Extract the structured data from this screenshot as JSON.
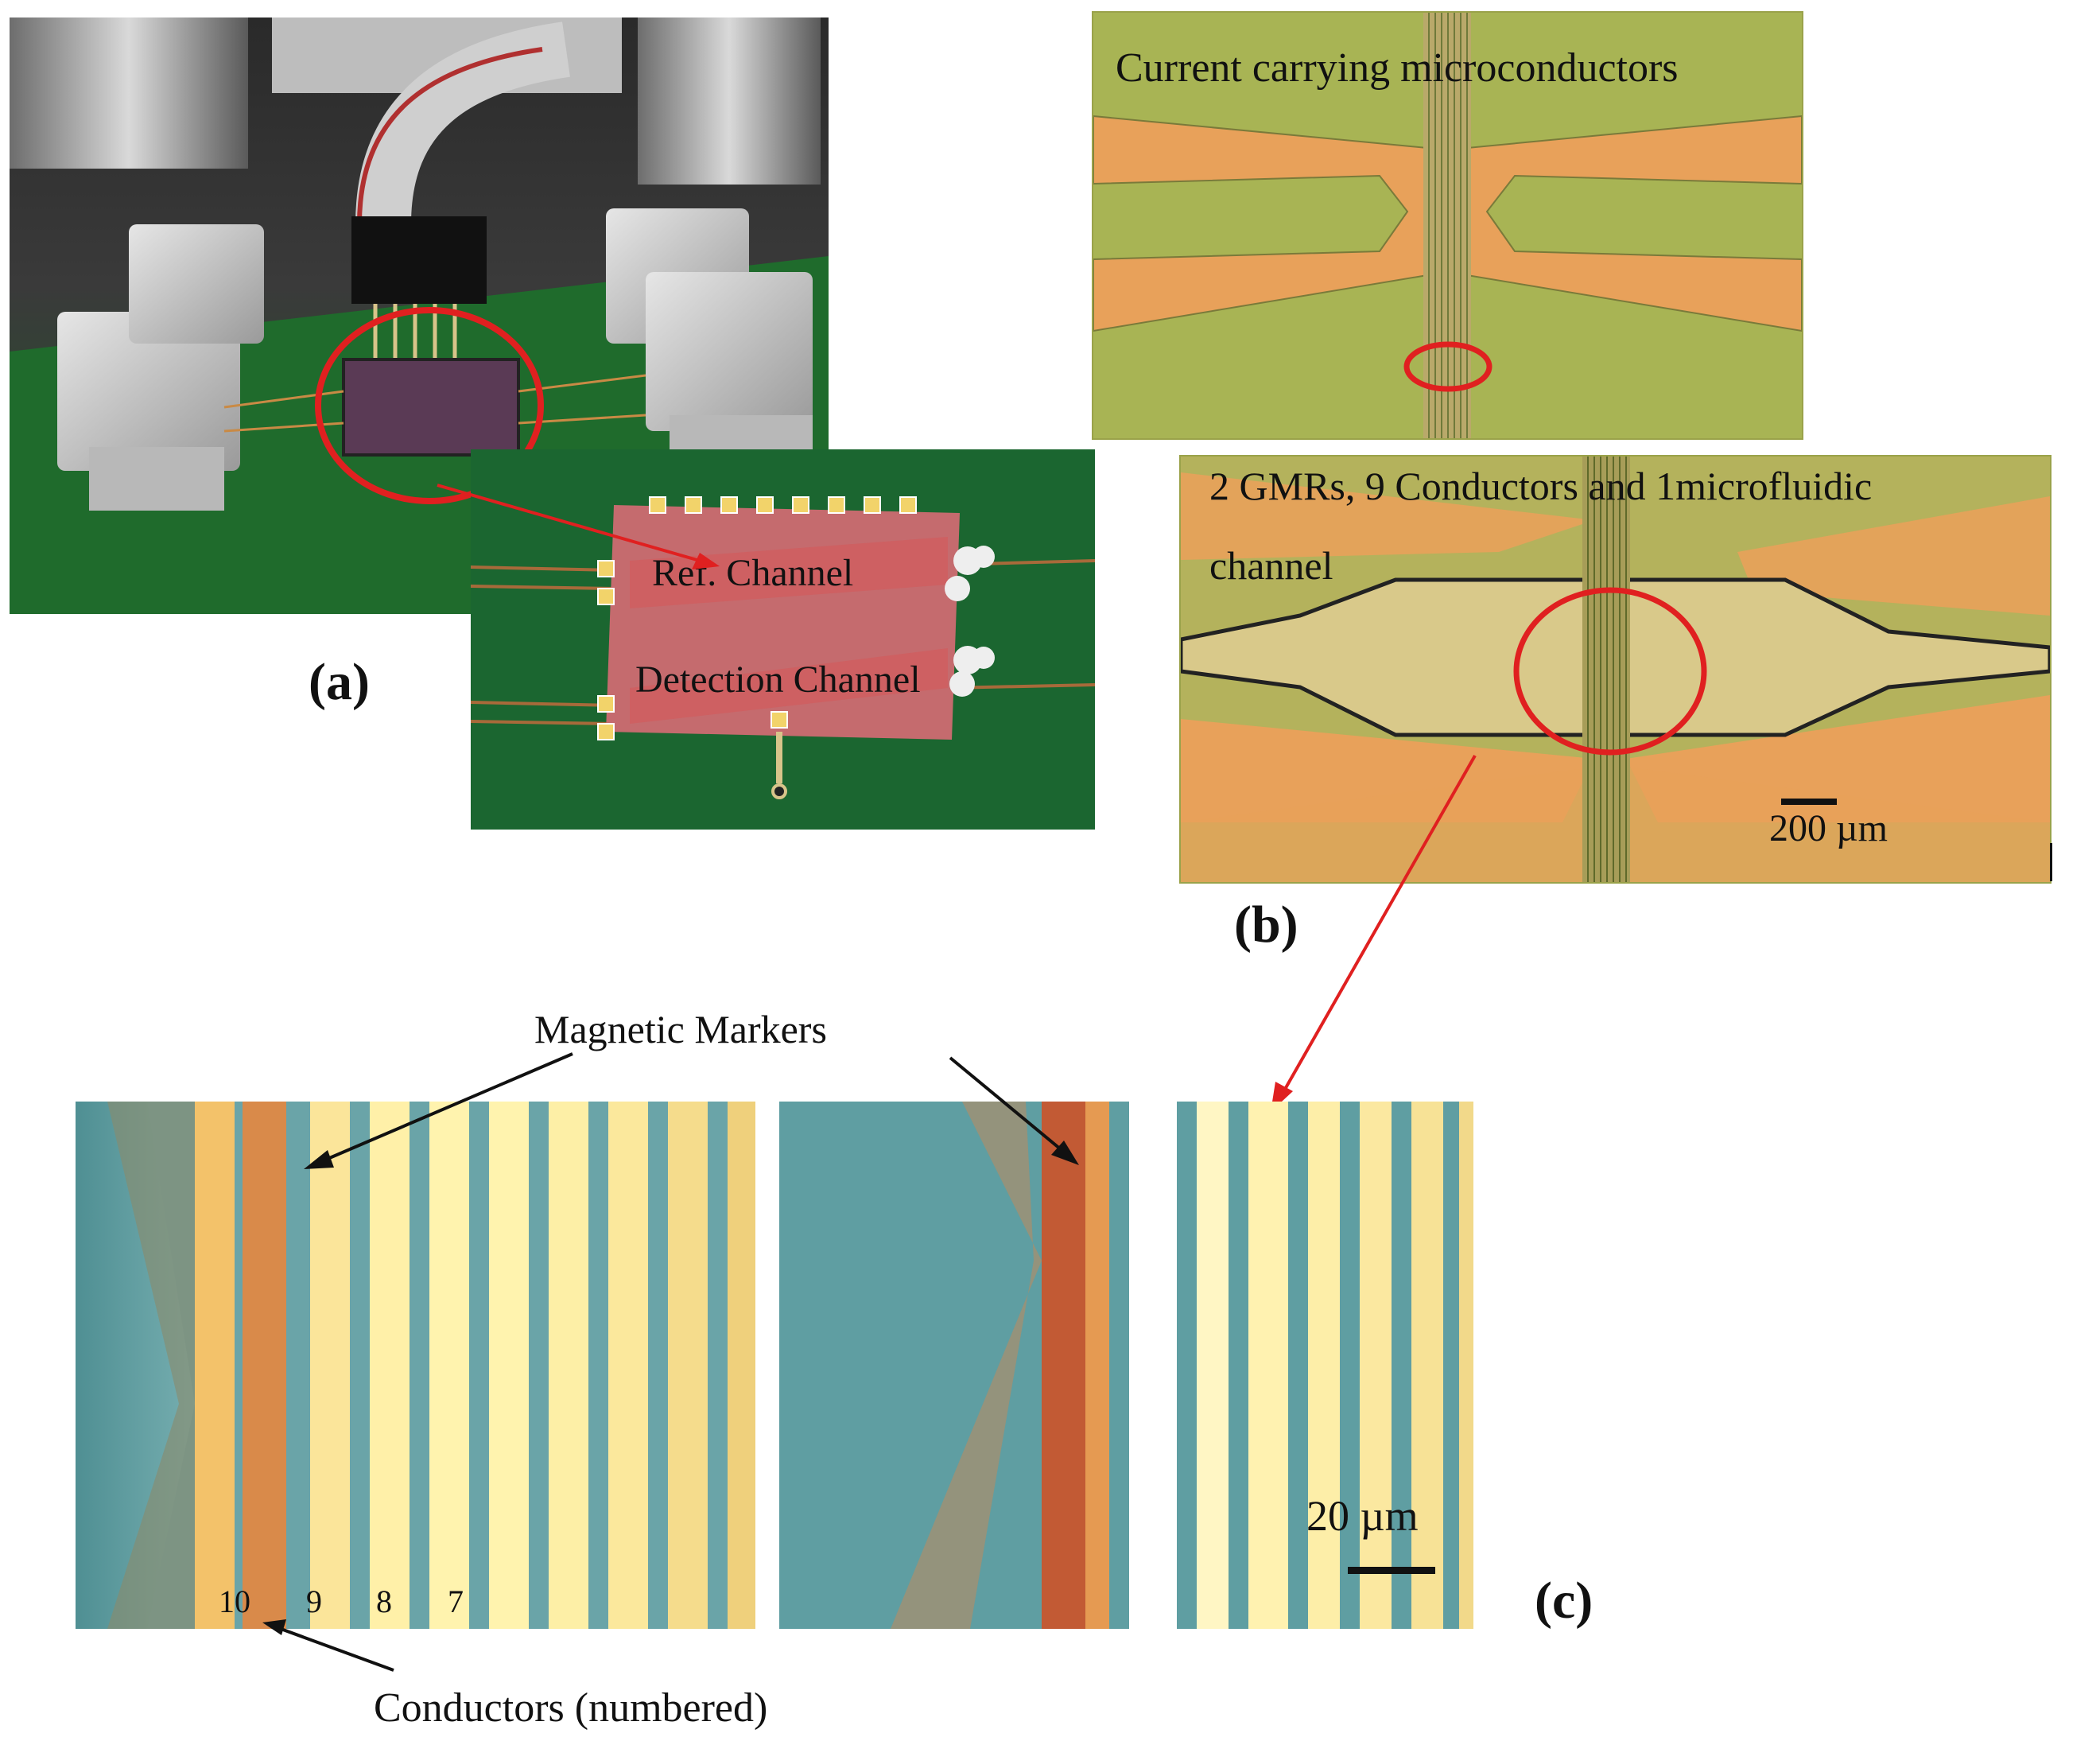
{
  "figure": {
    "panel_a": {
      "letter": "(a)",
      "chip_labels": {
        "ref_channel": "Ref. Channel",
        "detection_channel": "Detection Channel"
      }
    },
    "panel_b": {
      "letter": "(b)",
      "top_caption": "Current carrying microconductors",
      "bottom_caption_line1": "2  GMRs,  9  Conductors  and  1microfluidic",
      "bottom_caption_line2": "channel",
      "scale_bar": "200 µm"
    },
    "panel_c": {
      "letter": "(c)",
      "markers_label": "Magnetic Markers",
      "conductors_label": "Conductors (numbered)",
      "conductor_numbers": [
        "10",
        "9",
        "8",
        "7"
      ],
      "scale_bar": "20 µm"
    }
  },
  "colors": {
    "annotation_red": "#e02020",
    "pcb_green": "#1f6b2c",
    "micro_green": "#a8b454",
    "gold": "#e8a15a",
    "stripe_light": "#fff3a8",
    "substrate_blue": "#5fa0a6"
  }
}
